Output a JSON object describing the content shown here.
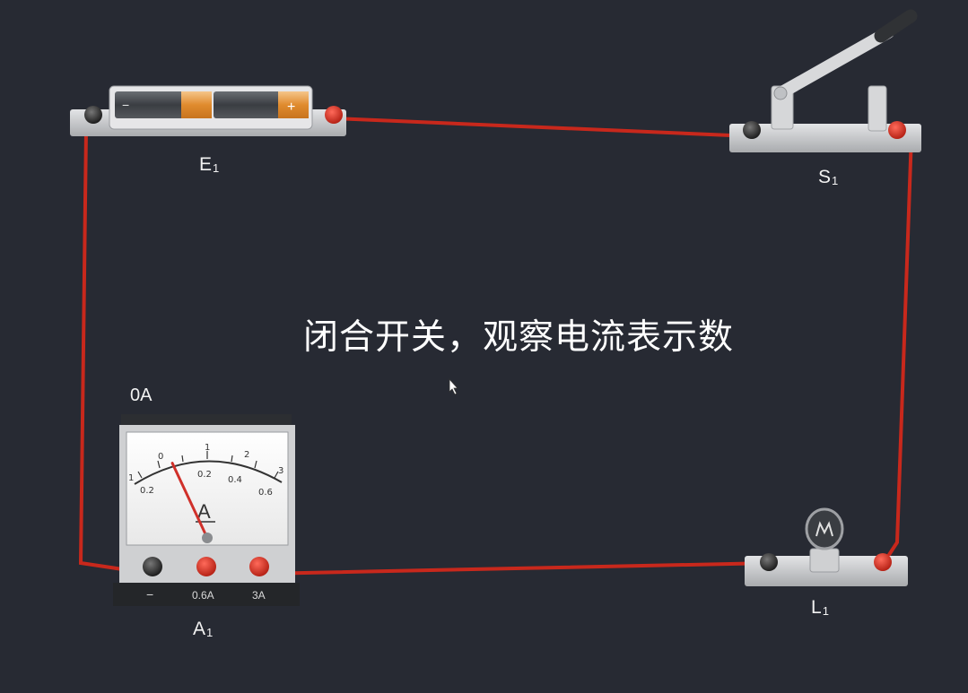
{
  "instruction": "闭合开关，观察电流表示数",
  "components": {
    "battery": {
      "label": "E",
      "sub": "1",
      "minus": "−",
      "plus": "+"
    },
    "switch": {
      "label": "S",
      "sub": "1"
    },
    "lamp": {
      "label": "L",
      "sub": "1"
    },
    "ammeter": {
      "label": "A",
      "sub": "1",
      "reading": "0A",
      "unit_symbol": "A",
      "scale_upper": [
        "1",
        "0",
        "1",
        "2",
        "3"
      ],
      "scale_lower": [
        "0.2",
        "0.2",
        "0.4",
        "0.6"
      ],
      "terminals": [
        "−",
        "0.6A",
        "3A"
      ],
      "needle_value_A": 0
    }
  },
  "colors": {
    "wire": "#c8281c",
    "background": "#272a33",
    "base": "#cfd0d2"
  }
}
